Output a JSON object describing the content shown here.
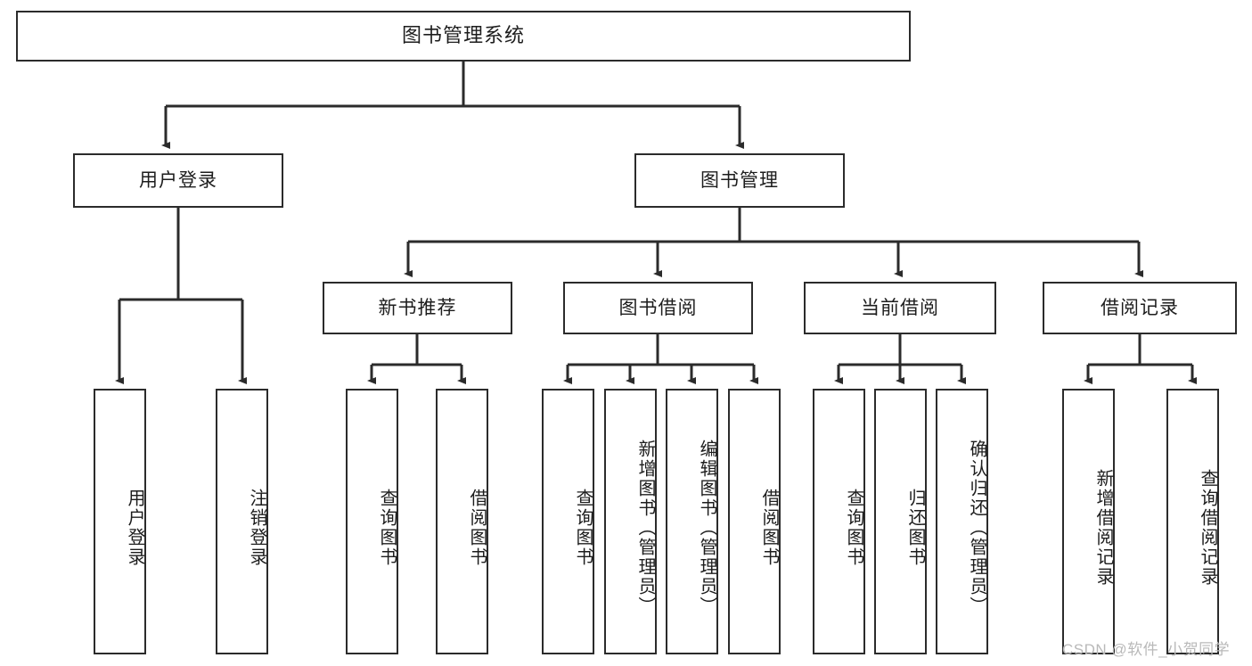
{
  "diagram": {
    "type": "tree",
    "title": "图书管理系统",
    "orientation": "top-down",
    "colors": {
      "box_border": "#2b2b2b",
      "box_fill": "#ffffff",
      "edge": "#2b2b2b",
      "text": "#1d1d1d",
      "watermark": "#b9b9b9",
      "background": "#ffffff"
    }
  },
  "watermark": {
    "text": "CSDN @软件_小贺同学"
  },
  "nodes": {
    "root": {
      "label": "图书管理系统"
    },
    "level2": [
      {
        "label": "用户登录"
      },
      {
        "label": "图书管理"
      }
    ],
    "level3": [
      {
        "label": "新书推荐"
      },
      {
        "label": "图书借阅"
      },
      {
        "label": "当前借阅"
      },
      {
        "label": "借阅记录"
      }
    ],
    "leaves": {
      "user_login": [
        {
          "label": "用户登录"
        },
        {
          "label": "注销登录"
        }
      ],
      "new_book": [
        {
          "label": "查询图书"
        },
        {
          "label": "借阅图书"
        }
      ],
      "borrow_book": [
        {
          "label": "查询图书"
        },
        {
          "label": "新增图书（管理员）"
        },
        {
          "label": "编辑图书（管理员）"
        },
        {
          "label": "借阅图书"
        }
      ],
      "current_borrow": [
        {
          "label": "查询图书"
        },
        {
          "label": "归还图书"
        },
        {
          "label": "确认归还（管理员）"
        }
      ],
      "borrow_record": [
        {
          "label": "新增借阅记录"
        },
        {
          "label": "查询借阅记录"
        }
      ]
    }
  }
}
